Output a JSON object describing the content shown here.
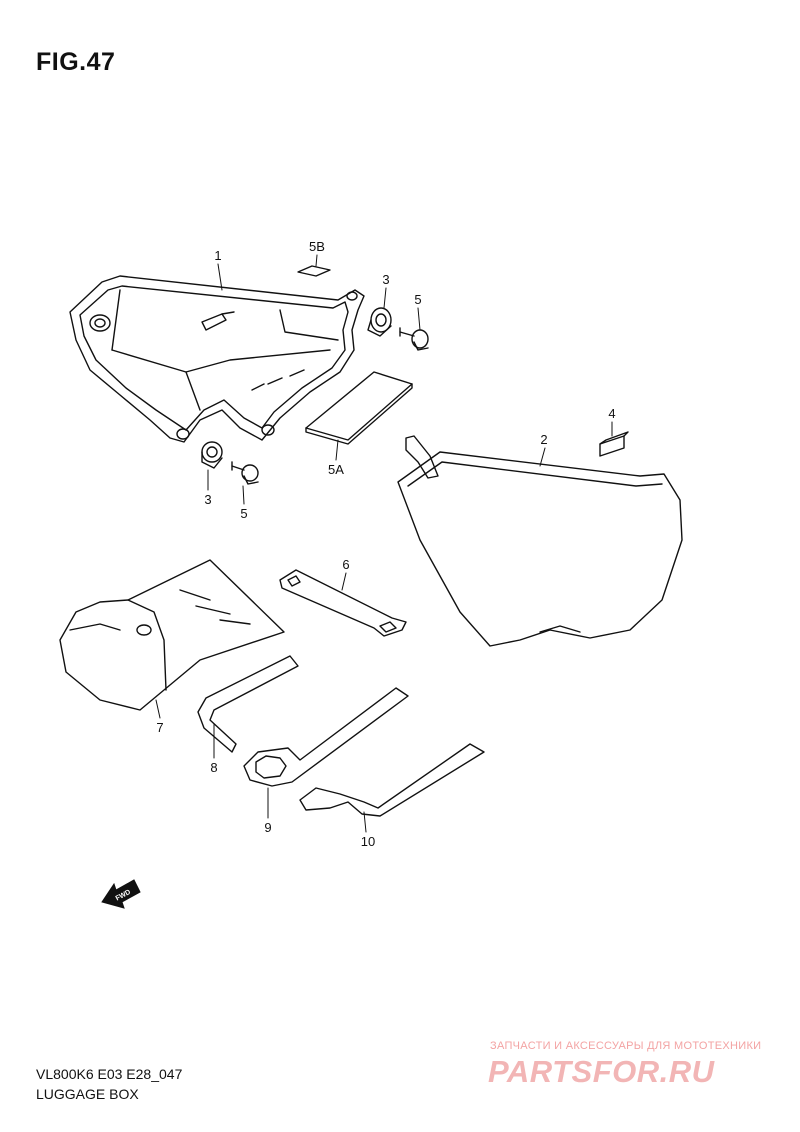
{
  "figure_title": "FIG.47",
  "callouts": {
    "p1": "1",
    "p2": "2",
    "p3a": "3",
    "p3b": "3",
    "p4": "4",
    "p5a": "5",
    "p5b": "5",
    "p5A": "5A",
    "p5B": "5B",
    "p6": "6",
    "p7": "7",
    "p8": "8",
    "p9": "9",
    "p10": "10"
  },
  "fwd_label": "FWD",
  "footer": {
    "model_code": "VL800K6 E03 E28_047",
    "section_name": "LUGGAGE BOX"
  },
  "watermark": {
    "tagline": "ЗАПЧАСТИ И АКСЕССУАРЫ ДЛЯ МОТОТЕХНИКИ",
    "site": "PARTSFOR.RU"
  }
}
